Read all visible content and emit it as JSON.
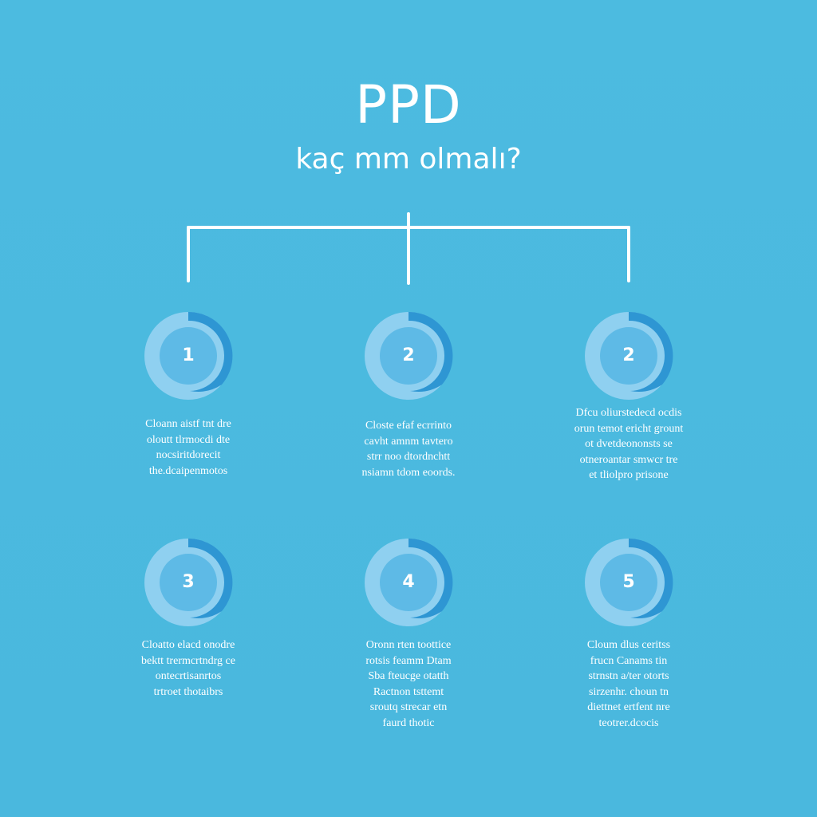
{
  "title": "PPD",
  "subtitle": "kaç mm olmalı?",
  "colors": {
    "background": "#4BBADF",
    "ring_dark": "#2E96D3",
    "ring_light": "#8FD0F0",
    "core": "#5EBAE6",
    "text": "#ffffff"
  },
  "nodes": [
    {
      "number": "1",
      "text": "Cloann aistf tnt dre\noloutt tlrmocdi dte\nnocsiritdorecit\nthe.dcaipenmotos"
    },
    {
      "number": "2",
      "text": "Closte efaf ecrrinto\ncavht amnm tavtero\nstrr noo dtordnchtt\nnsiamn tdom eoords."
    },
    {
      "number": "2",
      "text": "Dfcu oliurstedecd ocdis\norun temot ericht grount\not dvetdeononsts se\notneroantar smwcr tre\net tliolpro prisone"
    },
    {
      "number": "3",
      "text": "Cloatto elacd onodre\nbektt trermcrtndrg ce\nontecrtisanrtos\ntrtroet thotaibrs"
    },
    {
      "number": "4",
      "text": "Oronn rten toottice\nrotsis feamm Dtam\nSba fteucge otatth\nRactnon tsttemt\nsroutq strecar etn\nfaurd thotic"
    },
    {
      "number": "5",
      "text": "Cloum dlus ceritss\nfrucn Canams tin\nstrnstn a/ter otorts\nsirzenhr. choun tn\ndiettnet ertfent nre\nteotrer.dcocis"
    }
  ]
}
